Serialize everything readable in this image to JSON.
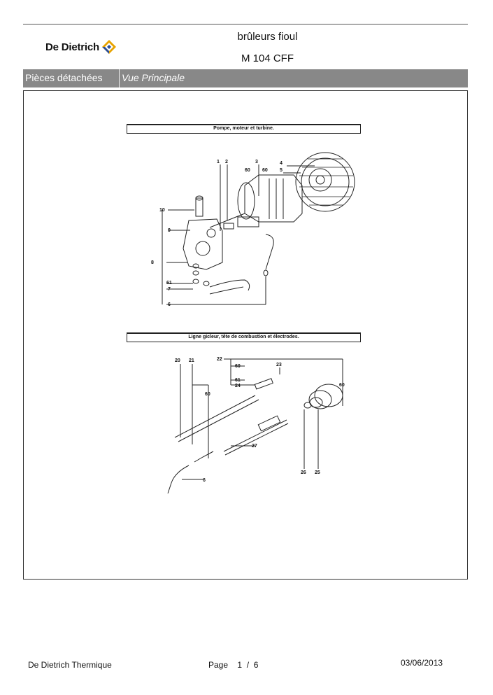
{
  "header": {
    "brand": "De Dietrich",
    "title_line1": "brûleurs fioul",
    "title_line2": "M 104 CFF"
  },
  "nav_bar": {
    "section": "Pièces détachées",
    "view": "Vue Principale"
  },
  "diagram": {
    "section1_title": "Pompe, moteur et turbine.",
    "section2_title": "Ligne gicleur, tête de combustion et électrodes.",
    "section1_labels": [
      "1",
      "2",
      "3",
      "4",
      "5",
      "60",
      "60",
      "10",
      "9",
      "8",
      "61",
      "7",
      "6"
    ],
    "section2_labels": [
      "20",
      "21",
      "22",
      "60",
      "23",
      "61",
      "24",
      "60",
      "60",
      "27",
      "26",
      "25",
      "6"
    ]
  },
  "footer": {
    "company": "De Dietrich Thermique",
    "page_label": "Page",
    "page_current": "1",
    "page_sep": "/",
    "page_total": "6",
    "date": "03/06/2013"
  }
}
